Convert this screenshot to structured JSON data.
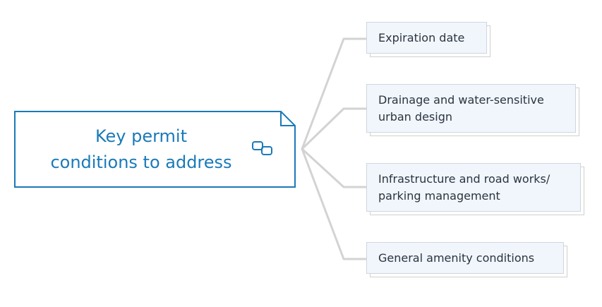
{
  "root": {
    "line1": "Key permit",
    "line2": "conditions to address"
  },
  "children": [
    {
      "lines": [
        "Expiration date"
      ]
    },
    {
      "lines": [
        "Drainage and water-sensitive",
        "urban design"
      ]
    },
    {
      "lines": [
        "Infrastructure and road works/",
        "parking management"
      ]
    },
    {
      "lines": [
        "General amenity conditions"
      ]
    }
  ],
  "colors": {
    "root_border": "#1a7ab8",
    "root_text": "#1a7ab8",
    "connector": "#d3d3d3",
    "child_fill": "#f1f6fc",
    "child_text": "#2b3440"
  },
  "icons": {
    "root": "link-icon"
  }
}
